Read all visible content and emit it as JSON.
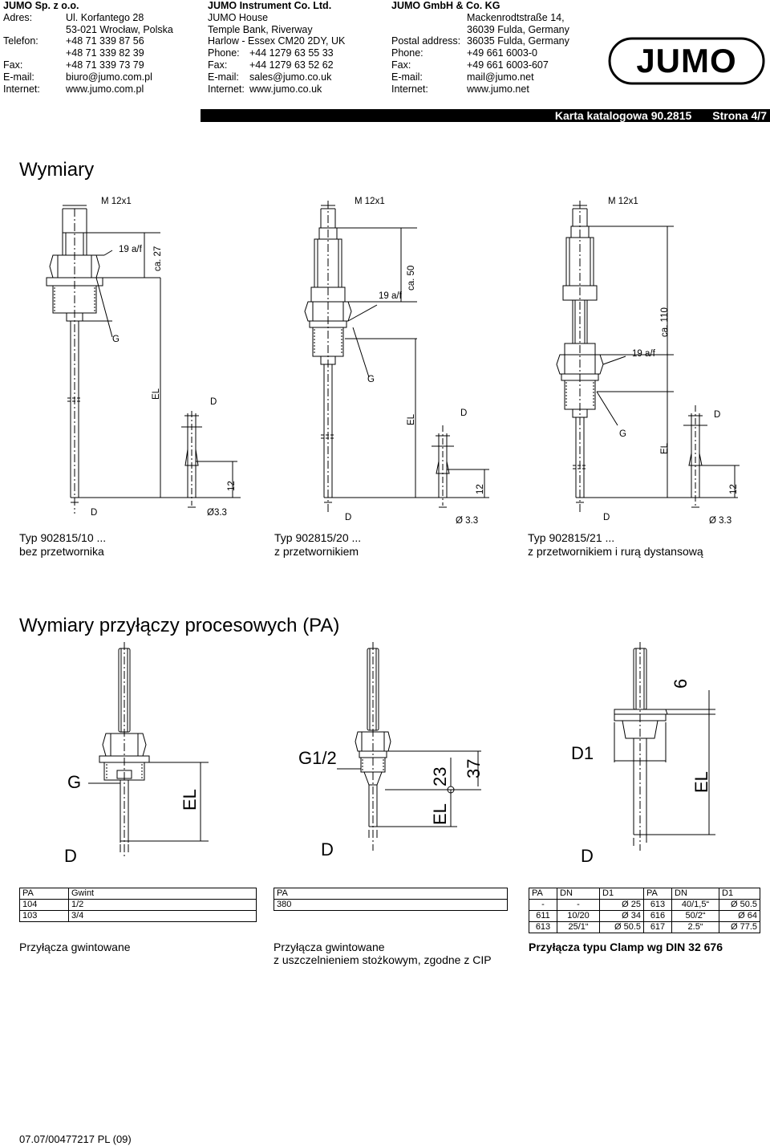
{
  "header": {
    "pl": {
      "company": "JUMO Sp. z o.o.",
      "address_label": "Adres:",
      "address1": "Ul. Korfantego 28",
      "address2": "53-021 Wrocław, Polska",
      "phone_label": "Telefon:",
      "phone1": "+48 71 339 87 56",
      "phone2": "+48 71 339 82 39",
      "fax_label": "Fax:",
      "fax": "+48 71 339 73 79",
      "email_label": "E-mail:",
      "email": "biuro@jumo.com.pl",
      "internet_label": "Internet:",
      "internet": "www.jumo.com.pl"
    },
    "uk": {
      "company": "JUMO Instrument Co. Ltd.",
      "line1": "JUMO House",
      "line2": "Temple Bank, Riverway",
      "line3": "Harlow - Essex CM20 2DY, UK",
      "phone_label": "Phone:",
      "phone": "+44 1279 63 55 33",
      "fax_label": "Fax:",
      "fax": "+44 1279 63 52 62",
      "email_label": "E-mail:",
      "email": "sales@jumo.co.uk",
      "internet_label": "Internet:",
      "internet": "www.jumo.co.uk"
    },
    "de": {
      "company": "JUMO GmbH & Co. KG",
      "address1": "Mackenrodtstraße 14,",
      "address2": "36039 Fulda, Germany",
      "postal_label": "Postal address:",
      "postal": "36035 Fulda, Germany",
      "phone_label": "Phone:",
      "phone": "+49 661 6003-0",
      "fax_label": "Fax:",
      "fax": "+49 661 6003-607",
      "email_label": "E-mail:",
      "email": "mail@jumo.net",
      "internet_label": "Internet:",
      "internet": "www.jumo.net"
    },
    "logo_text": "JUMO"
  },
  "bar": {
    "catalog": "Karta katalogowa 90.2815",
    "page": "Strona 4/7"
  },
  "section1": {
    "title": "Wymiary",
    "types": [
      {
        "type": "Typ 902815/10 ...",
        "desc": "bez przetwornika",
        "thread": "M 12x1",
        "wrench": "19 a/f",
        "height": "ca. 27",
        "g": "G",
        "el": "EL",
        "d": "D",
        "d2": "D",
        "dia": "Ø3.3",
        "twelve": "12"
      },
      {
        "type": "Typ 902815/20 ...",
        "desc": "z przetwornikiem",
        "thread": "M 12x1",
        "wrench": "19 a/f",
        "height": "ca. 50",
        "g": "G",
        "el": "EL",
        "d": "D",
        "d2": "D",
        "dia": "Ø 3.3",
        "twelve": "12"
      },
      {
        "type": "Typ 902815/21 ...",
        "desc": "z przetwornikiem i rurą dystansową",
        "thread": "M 12x1",
        "wrench": "19 a/f",
        "height": "ca. 110",
        "g": "G",
        "el": "EL",
        "d": "D",
        "d2": "D",
        "dia": "Ø 3.3",
        "twelve": "12"
      }
    ]
  },
  "section2": {
    "title": "Wymiary przyłączy procesowych (PA)",
    "drawings": {
      "a": {
        "g": "G",
        "el": "EL",
        "d": "D"
      },
      "b": {
        "g": "G1/2",
        "el": "EL",
        "d": "D",
        "n23": "23",
        "n37": "37"
      },
      "c": {
        "d1": "D1",
        "el": "EL",
        "d": "D",
        "n6": "6"
      }
    },
    "table1": {
      "headers": [
        "PA",
        "Gwint"
      ],
      "rows": [
        [
          "104",
          "1/2"
        ],
        [
          "103",
          "3/4"
        ]
      ],
      "caption": "Przyłącza gwintowane"
    },
    "table2": {
      "headers": [
        "PA"
      ],
      "rows": [
        [
          "380"
        ]
      ],
      "caption1": "Przyłącza gwintowane",
      "caption2": "z uszczelnieniem stożkowym, zgodne z CIP"
    },
    "table3": {
      "headers": [
        "PA",
        "DN",
        "D1",
        "PA",
        "DN",
        "D1"
      ],
      "rows": [
        [
          "-",
          "-",
          "Ø 25",
          "613",
          "40/1,5“",
          "Ø 50.5"
        ],
        [
          "611",
          "10/20",
          "Ø 34",
          "616",
          "50/2“",
          "Ø 64"
        ],
        [
          "613",
          "25/1“",
          "Ø 50.5",
          "617",
          "2.5“",
          "Ø 77.5"
        ]
      ],
      "caption": "Przyłącza typu Clamp wg DIN 32 676"
    }
  },
  "footer": {
    "code": "07.07/00477217 PL (09)"
  }
}
